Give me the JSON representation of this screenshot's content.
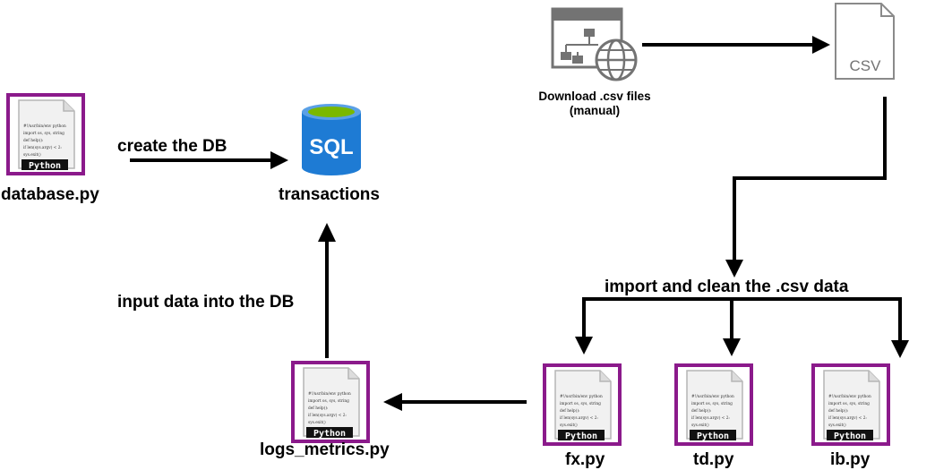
{
  "nodes": {
    "database_py": {
      "label": "database.py"
    },
    "transactions": {
      "label": "transactions",
      "icon_text": "SQL"
    },
    "logs_metrics_py": {
      "label": "logs_metrics.py"
    },
    "fx_py": {
      "label": "fx.py"
    },
    "td_py": {
      "label": "td.py"
    },
    "ib_py": {
      "label": "ib.py"
    },
    "download": {
      "label_line1": "Download .csv files",
      "label_line2": "(manual)"
    },
    "csv_file": {
      "label": "CSV"
    }
  },
  "edges": {
    "create_db": "create the DB",
    "input_data": "input data into the DB",
    "import_clean": "import and clean the .csv data"
  },
  "script_icon": {
    "code_lines": [
      "#!/usr/bin/env python",
      "import os, sys, string",
      "def help():",
      "if len(sys.argv) < 2:",
      "sys.exit()"
    ],
    "badge": "Python"
  },
  "colors": {
    "file_border": "#8b1a8b",
    "sql_blue": "#1e7bd4",
    "sql_green": "#7ab800",
    "icon_gray": "#737373",
    "arrow": "#000000"
  }
}
